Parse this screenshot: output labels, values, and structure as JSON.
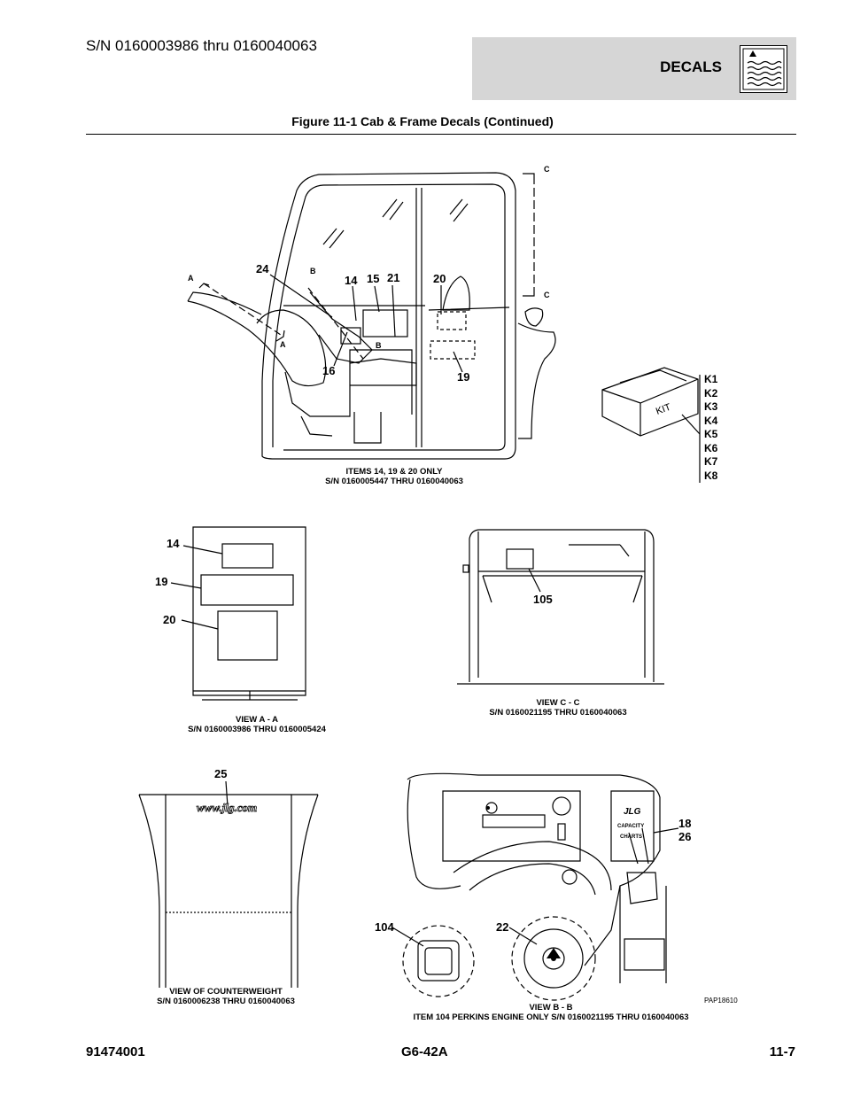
{
  "header": {
    "serial_range": "S/N 0160003986 thru 0160040063",
    "section": "DECALS",
    "section_icon": "book-wave-icon"
  },
  "figure": {
    "title": "Figure 11-1 Cab & Frame Decals (Continued)",
    "main": {
      "callouts": [
        "24",
        "14",
        "15",
        "21",
        "20",
        "16",
        "19"
      ],
      "view_markers": [
        "A",
        "A",
        "B",
        "B",
        "C",
        "C"
      ],
      "caption_line1": "ITEMS 14, 19 & 20 ONLY",
      "caption_line2": "S/N 0160005447 THRU 0160040063"
    },
    "kit": {
      "box_label": "KIT",
      "items": [
        "K1",
        "K2",
        "K3",
        "K4",
        "K5",
        "K6",
        "K7",
        "K8"
      ]
    },
    "view_aa": {
      "callouts": [
        "14",
        "19",
        "20"
      ],
      "caption_line1": "VIEW A - A",
      "caption_line2": "S/N 0160003986 THRU 0160005424"
    },
    "view_cc": {
      "callouts": [
        "105"
      ],
      "caption_line1": "VIEW C - C",
      "caption_line2": "S/N 0160021195 THRU 0160040063"
    },
    "counterweight": {
      "callouts": [
        "25"
      ],
      "logo_text": "www.jlg.com",
      "caption_line1": "VIEW OF COUNTERWEIGHT",
      "caption_line2": "S/N 0160006238 THRU 0160040063"
    },
    "view_bb": {
      "callouts": [
        "18",
        "26",
        "104",
        "22"
      ],
      "decal_brand": "JLG",
      "decal_text_1": "CAPACITY",
      "decal_text_2": "CHARTS",
      "drawing_code": "PAP18610",
      "caption_line1": "VIEW B - B",
      "caption_line2": "ITEM 104 PERKINS ENGINE ONLY S/N 0160021195 THRU 0160040063"
    }
  },
  "footer": {
    "part_number": "91474001",
    "model": "G6-42A",
    "page": "11-7"
  }
}
